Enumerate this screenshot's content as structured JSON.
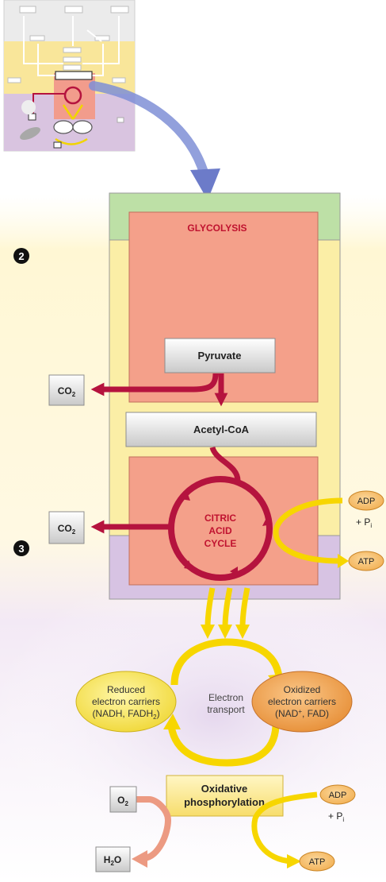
{
  "step_markers": {
    "step2": "2",
    "step3": "3"
  },
  "glycolysis": {
    "title": "GLYCOLYSIS"
  },
  "pyruvate": {
    "label": "Pyruvate"
  },
  "acetyl_coa": {
    "label": "Acetyl-CoA"
  },
  "citric_acid_cycle": {
    "line1": "CITRIC",
    "line2": "ACID",
    "line3": "CYCLE"
  },
  "co2": {
    "main": "CO",
    "sub": "2"
  },
  "adp": {
    "label": "ADP",
    "plus": "+ P",
    "sub": "i"
  },
  "atp": {
    "label": "ATP"
  },
  "reduced_carriers": {
    "line1": "Reduced",
    "line2": "electron carriers",
    "line3_main": "(NADH, FADH",
    "line3_sub": "2",
    "line3_end": ")"
  },
  "electron_transport": {
    "line1": "Electron",
    "line2": "transport"
  },
  "oxidized_carriers": {
    "line1": "Oxidized",
    "line2": "electron carriers",
    "line3_a": "(NAD",
    "line3_sup": "+",
    "line3_b": ", FAD)"
  },
  "oxidative": {
    "line1": "Oxidative",
    "line2": "phosphorylation"
  },
  "o2": {
    "main": "O",
    "sub": "2"
  },
  "h2o": {
    "main": "H",
    "sub": "2",
    "end": "O"
  },
  "colors": {
    "green_zone": "#bde0a6",
    "yellow_zone": "#fbeea6",
    "purple_zone": "#d7c3e3",
    "salmon_box": "#f4a08a",
    "crimson_arrow": "#b5133e",
    "yellow_arrow": "#f7d600",
    "blue_arrow": "#7f8fd6",
    "oxidized_orange": "#f2a050",
    "reduced_yellow": "#f6e75a"
  }
}
